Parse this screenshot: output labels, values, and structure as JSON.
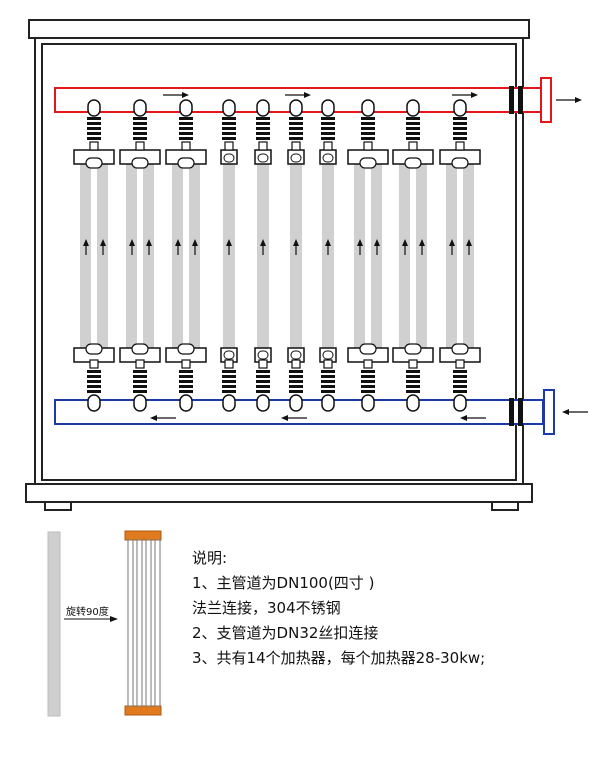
{
  "notes": {
    "heading": "说明:",
    "line1": "1、主管道为DN100(四寸 )",
    "line2": "法兰连接，304不锈钢",
    "line3": "2、支管道为DN32丝扣连接",
    "line4": "3、共有14个加热器，每个加热器28-30kw;"
  },
  "rotate_label": "旋转90度",
  "colors": {
    "outlet_pipe": "#e8141b",
    "inlet_pipe": "#1a3aa8",
    "heater_tube": "#d0d0d0",
    "frame": "#222222",
    "electrode": "#e07a1e"
  },
  "heaters": [
    {
      "kind": "double"
    },
    {
      "kind": "double"
    },
    {
      "kind": "double"
    },
    {
      "kind": "single"
    },
    {
      "kind": "single"
    },
    {
      "kind": "single"
    },
    {
      "kind": "single"
    },
    {
      "kind": "double"
    },
    {
      "kind": "double"
    },
    {
      "kind": "double"
    }
  ],
  "heater_count": 14
}
